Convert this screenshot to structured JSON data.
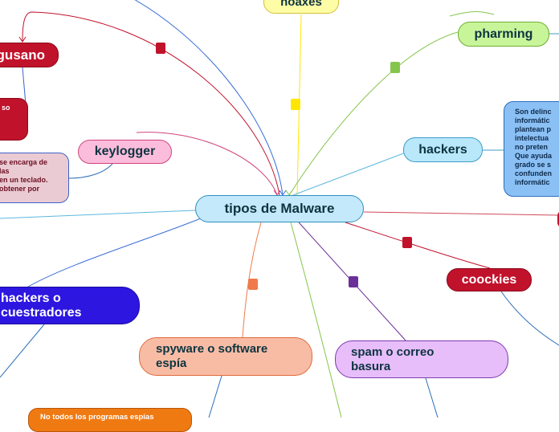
{
  "map": {
    "central": {
      "label": "tipos de Malware",
      "color": "#c4e9fa",
      "border": "#2e8fbf"
    },
    "topics": {
      "hoaxes": {
        "label": "hoaxes",
        "color": "#fffca6",
        "border": "#d2c03a"
      },
      "pharming": {
        "label": "pharming",
        "color": "#c8f59a",
        "border": "#6cae2e"
      },
      "gusano": {
        "label": "gusano",
        "color": "#c1122b",
        "border": "#8a0a1b",
        "text": "#ffffff"
      },
      "keylogger": {
        "label": "keylogger",
        "color": "#fcbddc",
        "border": "#d0437d"
      },
      "hackers": {
        "label": "hackers",
        "color": "#b9e8fb",
        "border": "#3c9cc8"
      },
      "coockies": {
        "label": "coockies",
        "color": "#c1122b",
        "border": "#8a0a1b",
        "text": "#ffffff"
      },
      "crackers": {
        "line1": "hackers o",
        "line2": "cuestradores",
        "color": "#2d16e0",
        "border": "#1a0a9e",
        "text": "#ffffff"
      },
      "spyware": {
        "line1": "spyware o software",
        "line2": "espía",
        "color": "#f8bca5",
        "border": "#e06a3c"
      },
      "spam": {
        "line1": "spam o correo",
        "line2": "basura",
        "color": "#e7bdfa",
        "border": "#7d3bab"
      }
    },
    "notes": {
      "gusano_note": {
        "line1": "so",
        "color": "#c1122b",
        "border": "#8a0a1b",
        "text": "#ffffff"
      },
      "keylogger_note": {
        "line1": "se encarga de",
        "line2": "las",
        "line3": "en un teclado.",
        "line4": "obtener por",
        "color": "#ebcbd3",
        "border": "#3d62c9",
        "text": "#6b0f22"
      },
      "hackers_note": {
        "line1": "Son delinc",
        "line2": "informátic",
        "line3": "plantean p",
        "line4": "intelectua",
        "line5": "no preten",
        "line6": "Que ayuda",
        "line7": "grado se s",
        "line8": "confunden",
        "line9": "informátic",
        "color": "#8bc0f5",
        "border": "#2e6fb8",
        "text": "#0d2a4a"
      },
      "spyware_note": {
        "line1": "No todos los programas espías",
        "color": "#f07a12",
        "border": "#b8560a",
        "text": "#ffffff"
      }
    },
    "connector_colors": {
      "hoaxes": "#ffe600",
      "pharming": "#86c54c",
      "gusano": "#c1122b",
      "keylogger": "#d0437d",
      "hackers": "#5cb8de",
      "coockies": "#c1122b",
      "crackers": "#3b6fd6",
      "spyware": "#f07a4a",
      "spam": "#6b2f9a",
      "right": "#d04a5a",
      "left": "#5cb8de",
      "top": "#3b6fd6",
      "bottom": "#86c54c"
    }
  }
}
